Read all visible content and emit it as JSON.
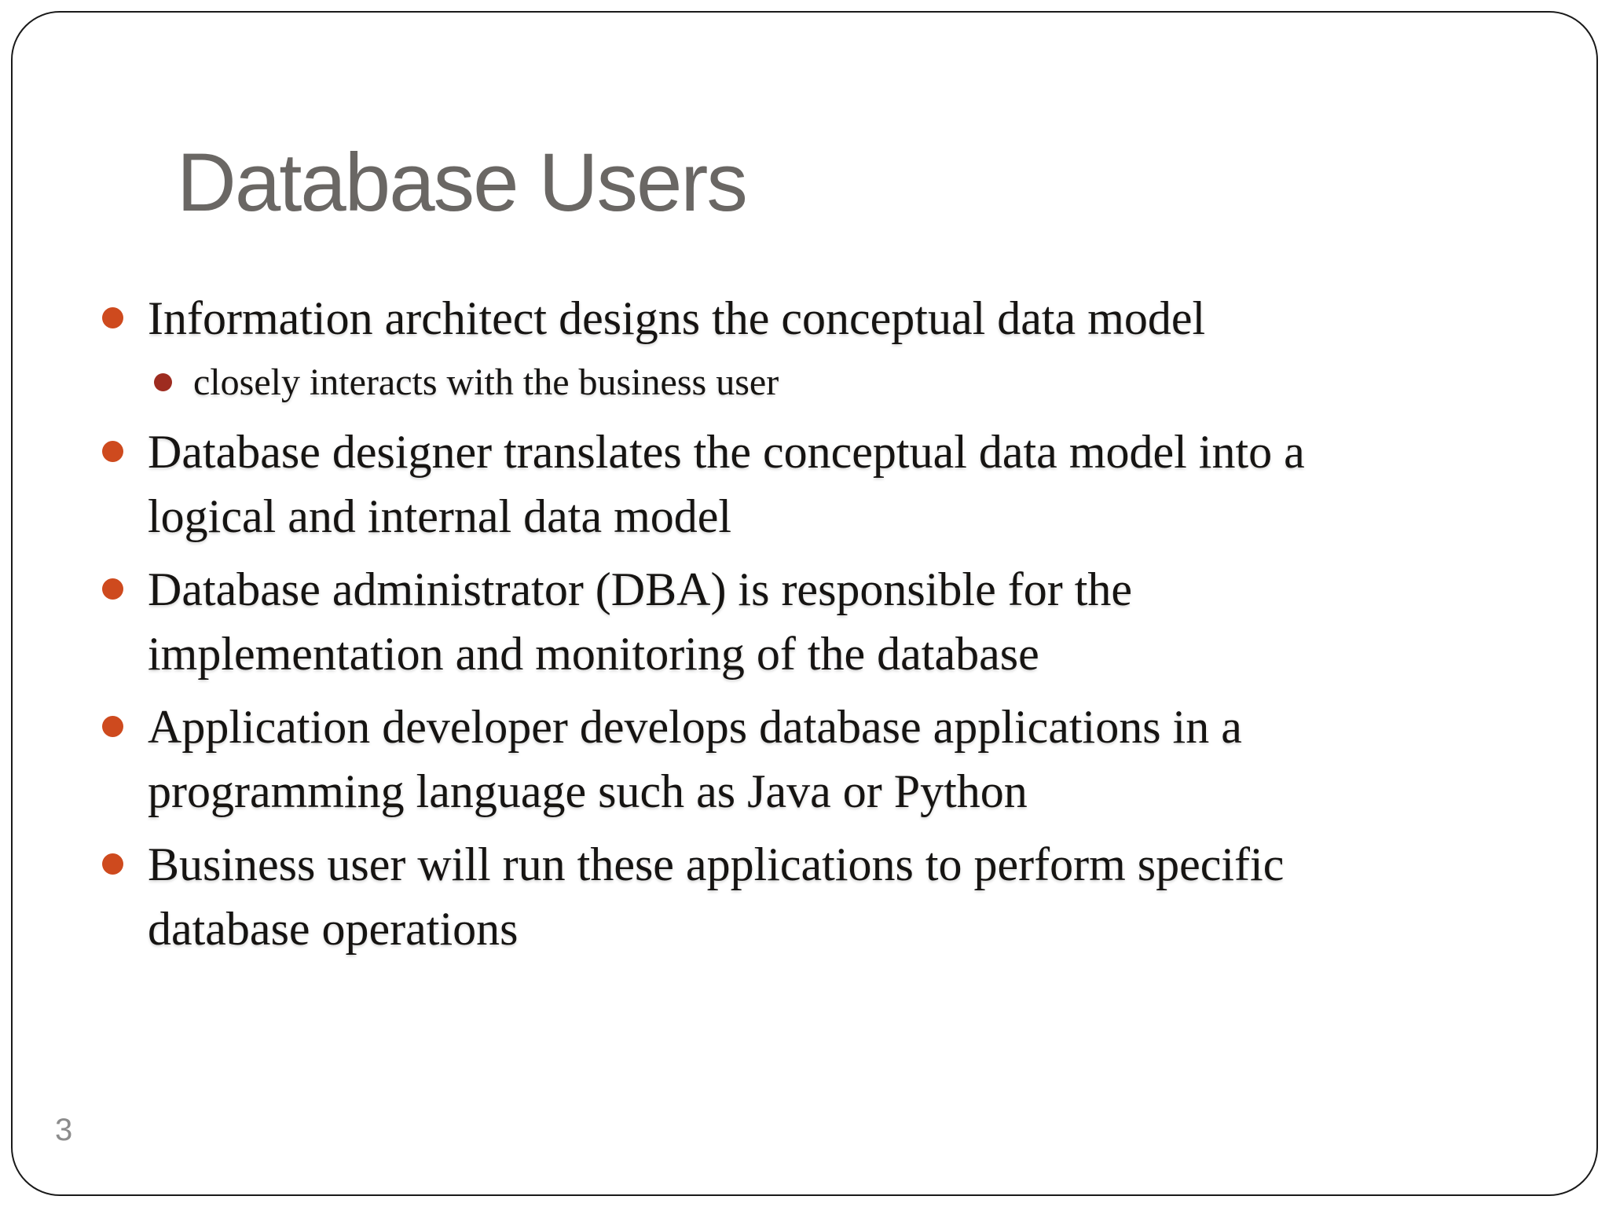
{
  "slide": {
    "title": "Database Users",
    "page_number": "3",
    "bullets": [
      {
        "level": 1,
        "text": "Information architect designs the conceptual data model"
      },
      {
        "level": 2,
        "text": "closely interacts with the business user"
      },
      {
        "level": 1,
        "text": "Database designer translates the conceptual data model into a\nlogical and internal data model"
      },
      {
        "level": 1,
        "text": "Database administrator (DBA) is responsible for the\nimplementation and monitoring of the database"
      },
      {
        "level": 1,
        "text": "Application developer develops database applications in a\nprogramming language such as Java or Python"
      },
      {
        "level": 1,
        "text": "Business user will run these applications to perform specific\ndatabase operations"
      }
    ],
    "colors": {
      "bullet_level1": "#ce4a1e",
      "bullet_level2": "#9e2c20",
      "title_gray": "#6a6764",
      "body_text": "#161412",
      "page_number_gray": "#8c8c8c",
      "border": "#1a1a1a"
    }
  }
}
